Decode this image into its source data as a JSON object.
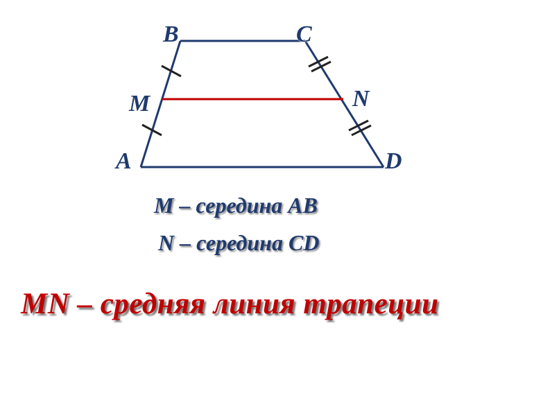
{
  "diagram": {
    "vertices": {
      "A": "A",
      "B": "B",
      "C": "C",
      "D": "D",
      "M": "M",
      "N": "N"
    },
    "colors": {
      "trapezoid": "#1f3a6e",
      "midline": "#c00000",
      "ticks": "#222222"
    }
  },
  "captions": {
    "line1": "M – середина AB",
    "line2": "N – середина CD"
  },
  "headline": "MN – средняя линия трапеции"
}
